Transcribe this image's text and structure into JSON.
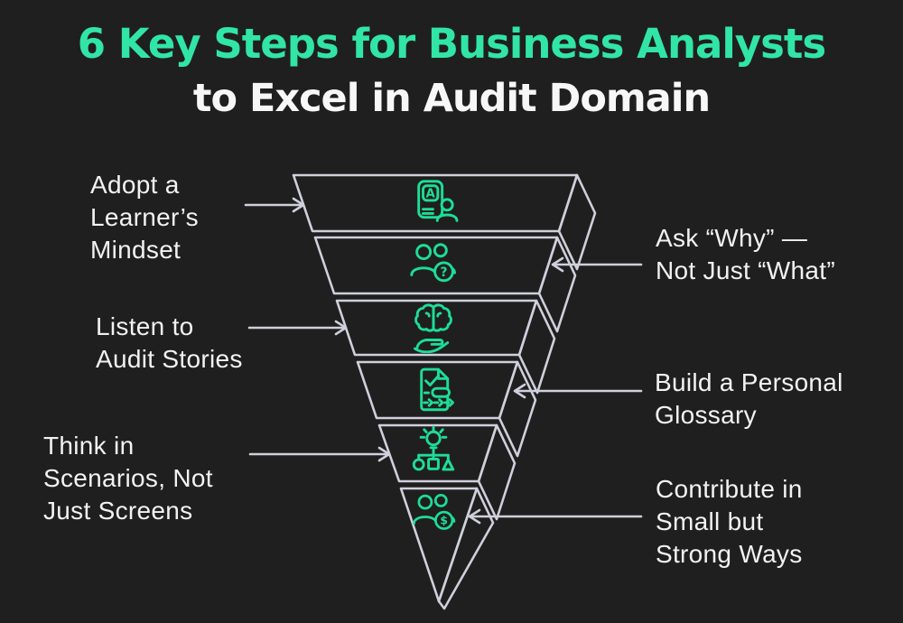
{
  "title": {
    "line1": "6 Key Steps for Business Analysts",
    "line2": "to Excel in Audit Domain"
  },
  "colors": {
    "background": "#201f1f",
    "title_accent": "#31e5a7",
    "icon_green": "#1edd97",
    "wireframe": "#cfd0dc",
    "text": "#f2f2f3"
  },
  "funnel": {
    "levels": 6,
    "shape": "inverted-pyramid-wireframe"
  },
  "steps": [
    {
      "id": 1,
      "side": "left",
      "icon": "learner-book-icon",
      "label_lines": [
        "Adopt a",
        "Learner’s",
        "Mindset"
      ]
    },
    {
      "id": 2,
      "side": "right",
      "icon": "people-question-icon",
      "label_lines": [
        "Ask “Why” —",
        "Not Just “What”"
      ]
    },
    {
      "id": 3,
      "side": "left",
      "icon": "brain-hand-icon",
      "label_lines": [
        "Listen to",
        "Audit Stories"
      ]
    },
    {
      "id": 4,
      "side": "right",
      "icon": "checklist-document-icon",
      "label_lines": [
        "Build a Personal",
        "Glossary"
      ]
    },
    {
      "id": 5,
      "side": "left",
      "icon": "idea-flowchart-icon",
      "label_lines": [
        "Think in",
        "Scenarios, Not",
        "Just Screens"
      ]
    },
    {
      "id": 6,
      "side": "right",
      "icon": "people-coin-icon",
      "label_lines": [
        "Contribute in",
        "Small but",
        "Strong Ways"
      ]
    }
  ],
  "icon_glyphs": {
    "letter": "A",
    "question": "?",
    "dollar": "$"
  }
}
